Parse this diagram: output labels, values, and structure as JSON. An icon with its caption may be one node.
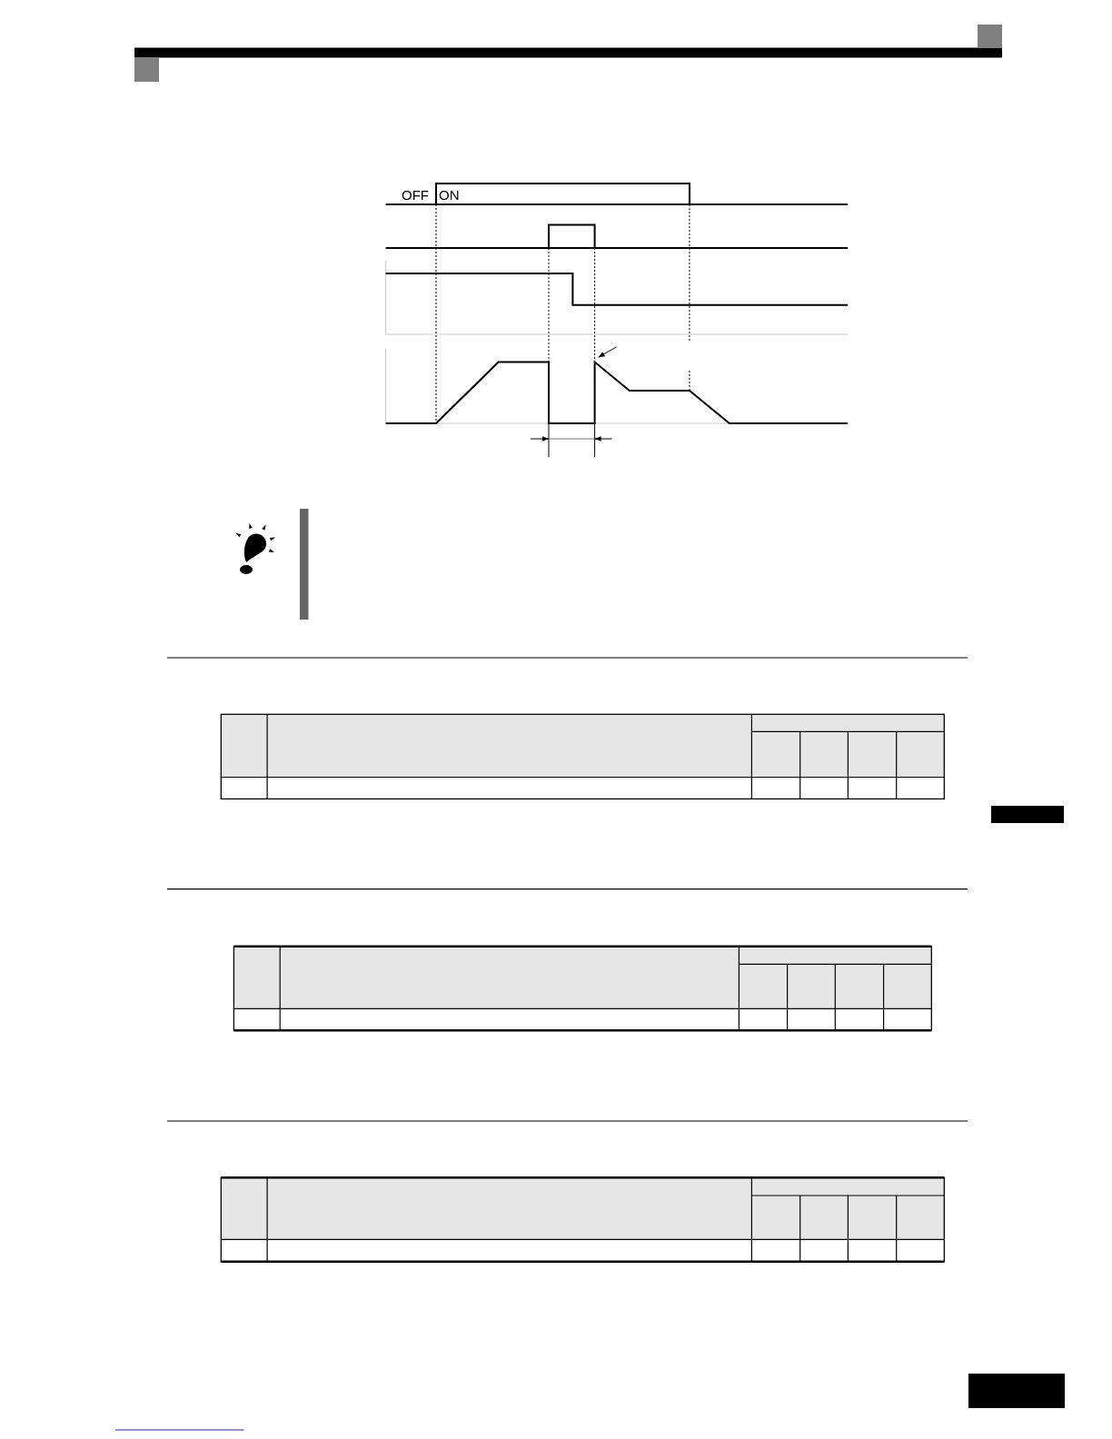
{
  "diagram": {
    "nodes": [
      {
        "text": [],
        "shape": "box"
      },
      {
        "text": [],
        "shape": "box"
      }
    ],
    "labels": [
      "OFF",
      "ON"
    ]
  }
}
